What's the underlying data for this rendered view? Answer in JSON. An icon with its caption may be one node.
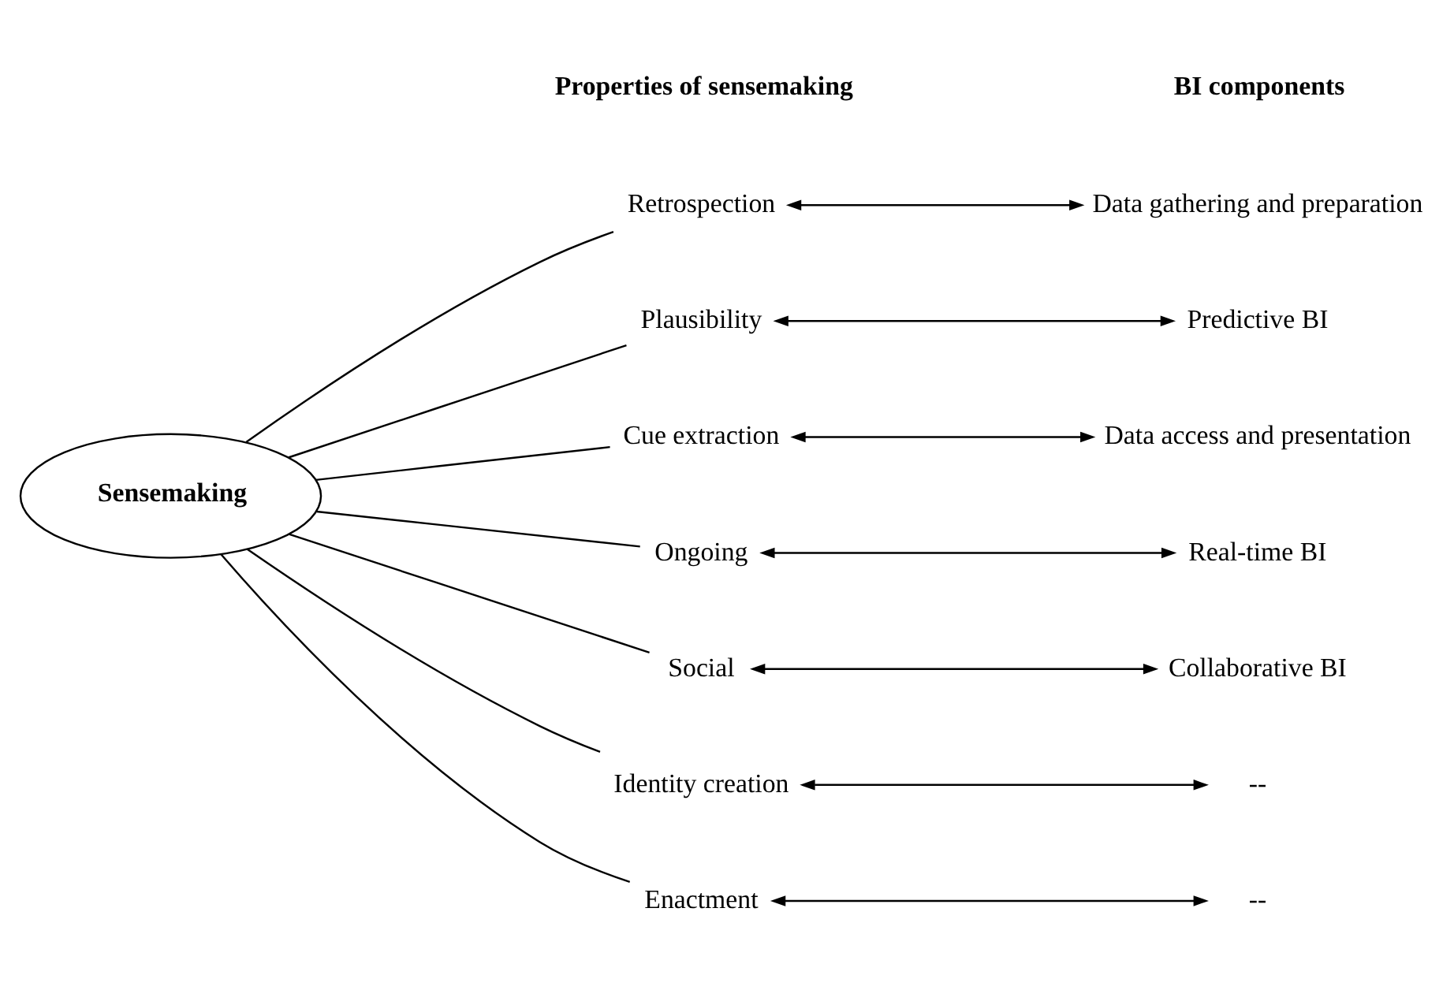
{
  "diagram": {
    "nodes": [
      {
        "text": [
          "Sensemaking"
        ]
      },
      {
        "text": [
          "Retrospection"
        ]
      },
      {
        "text": [
          "Plausibility"
        ]
      },
      {
        "text": [
          "Cue extraction"
        ]
      },
      {
        "text": [
          "Ongoing"
        ]
      },
      {
        "text": [
          "Social"
        ]
      },
      {
        "text": [
          "Identity creation"
        ]
      },
      {
        "text": [
          "Enactment"
        ]
      },
      {
        "text": [
          "Data gathering and preparation"
        ]
      },
      {
        "text": [
          "Predictive BI"
        ]
      },
      {
        "text": [
          "Data access and presentation"
        ]
      },
      {
        "text": [
          "Real-time BI"
        ]
      },
      {
        "text": [
          "Collaborative BI"
        ]
      },
      {
        "text": [
          "--"
        ]
      },
      {
        "text": [
          "--"
        ]
      }
    ],
    "edges": [
      {
        "from": 0,
        "to": 1,
        "arrow": "none"
      },
      {
        "from": 0,
        "to": 2,
        "arrow": "none"
      },
      {
        "from": 0,
        "to": 3,
        "arrow": "none"
      },
      {
        "from": 0,
        "to": 4,
        "arrow": "none"
      },
      {
        "from": 0,
        "to": 5,
        "arrow": "none"
      },
      {
        "from": 0,
        "to": 6,
        "arrow": "none"
      },
      {
        "from": 0,
        "to": 7,
        "arrow": "none"
      },
      {
        "from": 1,
        "to": 8,
        "arrow": "both"
      },
      {
        "from": 2,
        "to": 9,
        "arrow": "both"
      },
      {
        "from": 3,
        "to": 10,
        "arrow": "both"
      },
      {
        "from": 4,
        "to": 11,
        "arrow": "both"
      },
      {
        "from": 5,
        "to": 12,
        "arrow": "both"
      },
      {
        "from": 6,
        "to": 13,
        "arrow": "both"
      },
      {
        "from": 7,
        "to": 14,
        "arrow": "both"
      }
    ],
    "labels": [
      "Properties of sensemaking",
      "BI components"
    ]
  }
}
